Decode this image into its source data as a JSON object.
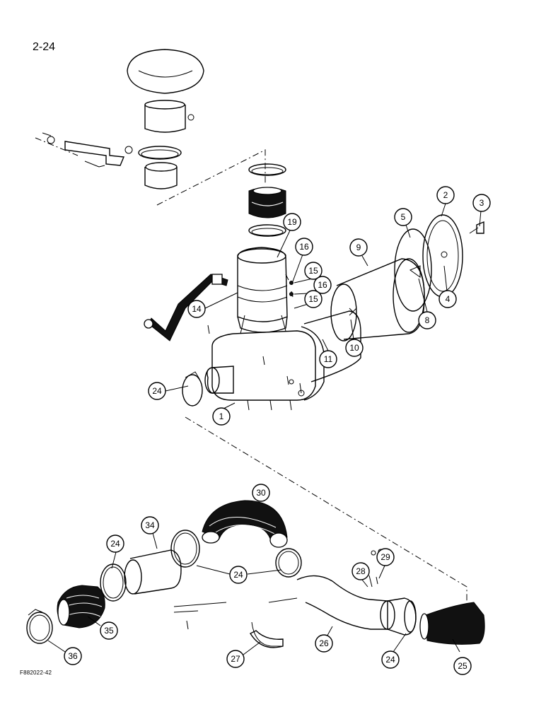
{
  "page": {
    "number": "2-24",
    "figure_code": "F882022-42"
  },
  "callouts": [
    {
      "id": "c2",
      "label": "2"
    },
    {
      "id": "c3",
      "label": "3"
    },
    {
      "id": "c5",
      "label": "5"
    },
    {
      "id": "c9",
      "label": "9"
    },
    {
      "id": "c19",
      "label": "19"
    },
    {
      "id": "c16a",
      "label": "16"
    },
    {
      "id": "c15a",
      "label": "15"
    },
    {
      "id": "c16b",
      "label": "16"
    },
    {
      "id": "c15b",
      "label": "15"
    },
    {
      "id": "c14",
      "label": "14"
    },
    {
      "id": "c4",
      "label": "4"
    },
    {
      "id": "c8",
      "label": "8"
    },
    {
      "id": "c10",
      "label": "10"
    },
    {
      "id": "c11",
      "label": "11"
    },
    {
      "id": "c24a",
      "label": "24"
    },
    {
      "id": "c1",
      "label": "1"
    },
    {
      "id": "c30",
      "label": "30"
    },
    {
      "id": "c34",
      "label": "34"
    },
    {
      "id": "c24b",
      "label": "24"
    },
    {
      "id": "c24c",
      "label": "24"
    },
    {
      "id": "c28",
      "label": "28"
    },
    {
      "id": "c29",
      "label": "29"
    },
    {
      "id": "c35",
      "label": "35"
    },
    {
      "id": "c36",
      "label": "36"
    },
    {
      "id": "c27",
      "label": "27"
    },
    {
      "id": "c26",
      "label": "26"
    },
    {
      "id": "c24d",
      "label": "24"
    },
    {
      "id": "c25",
      "label": "25"
    }
  ]
}
